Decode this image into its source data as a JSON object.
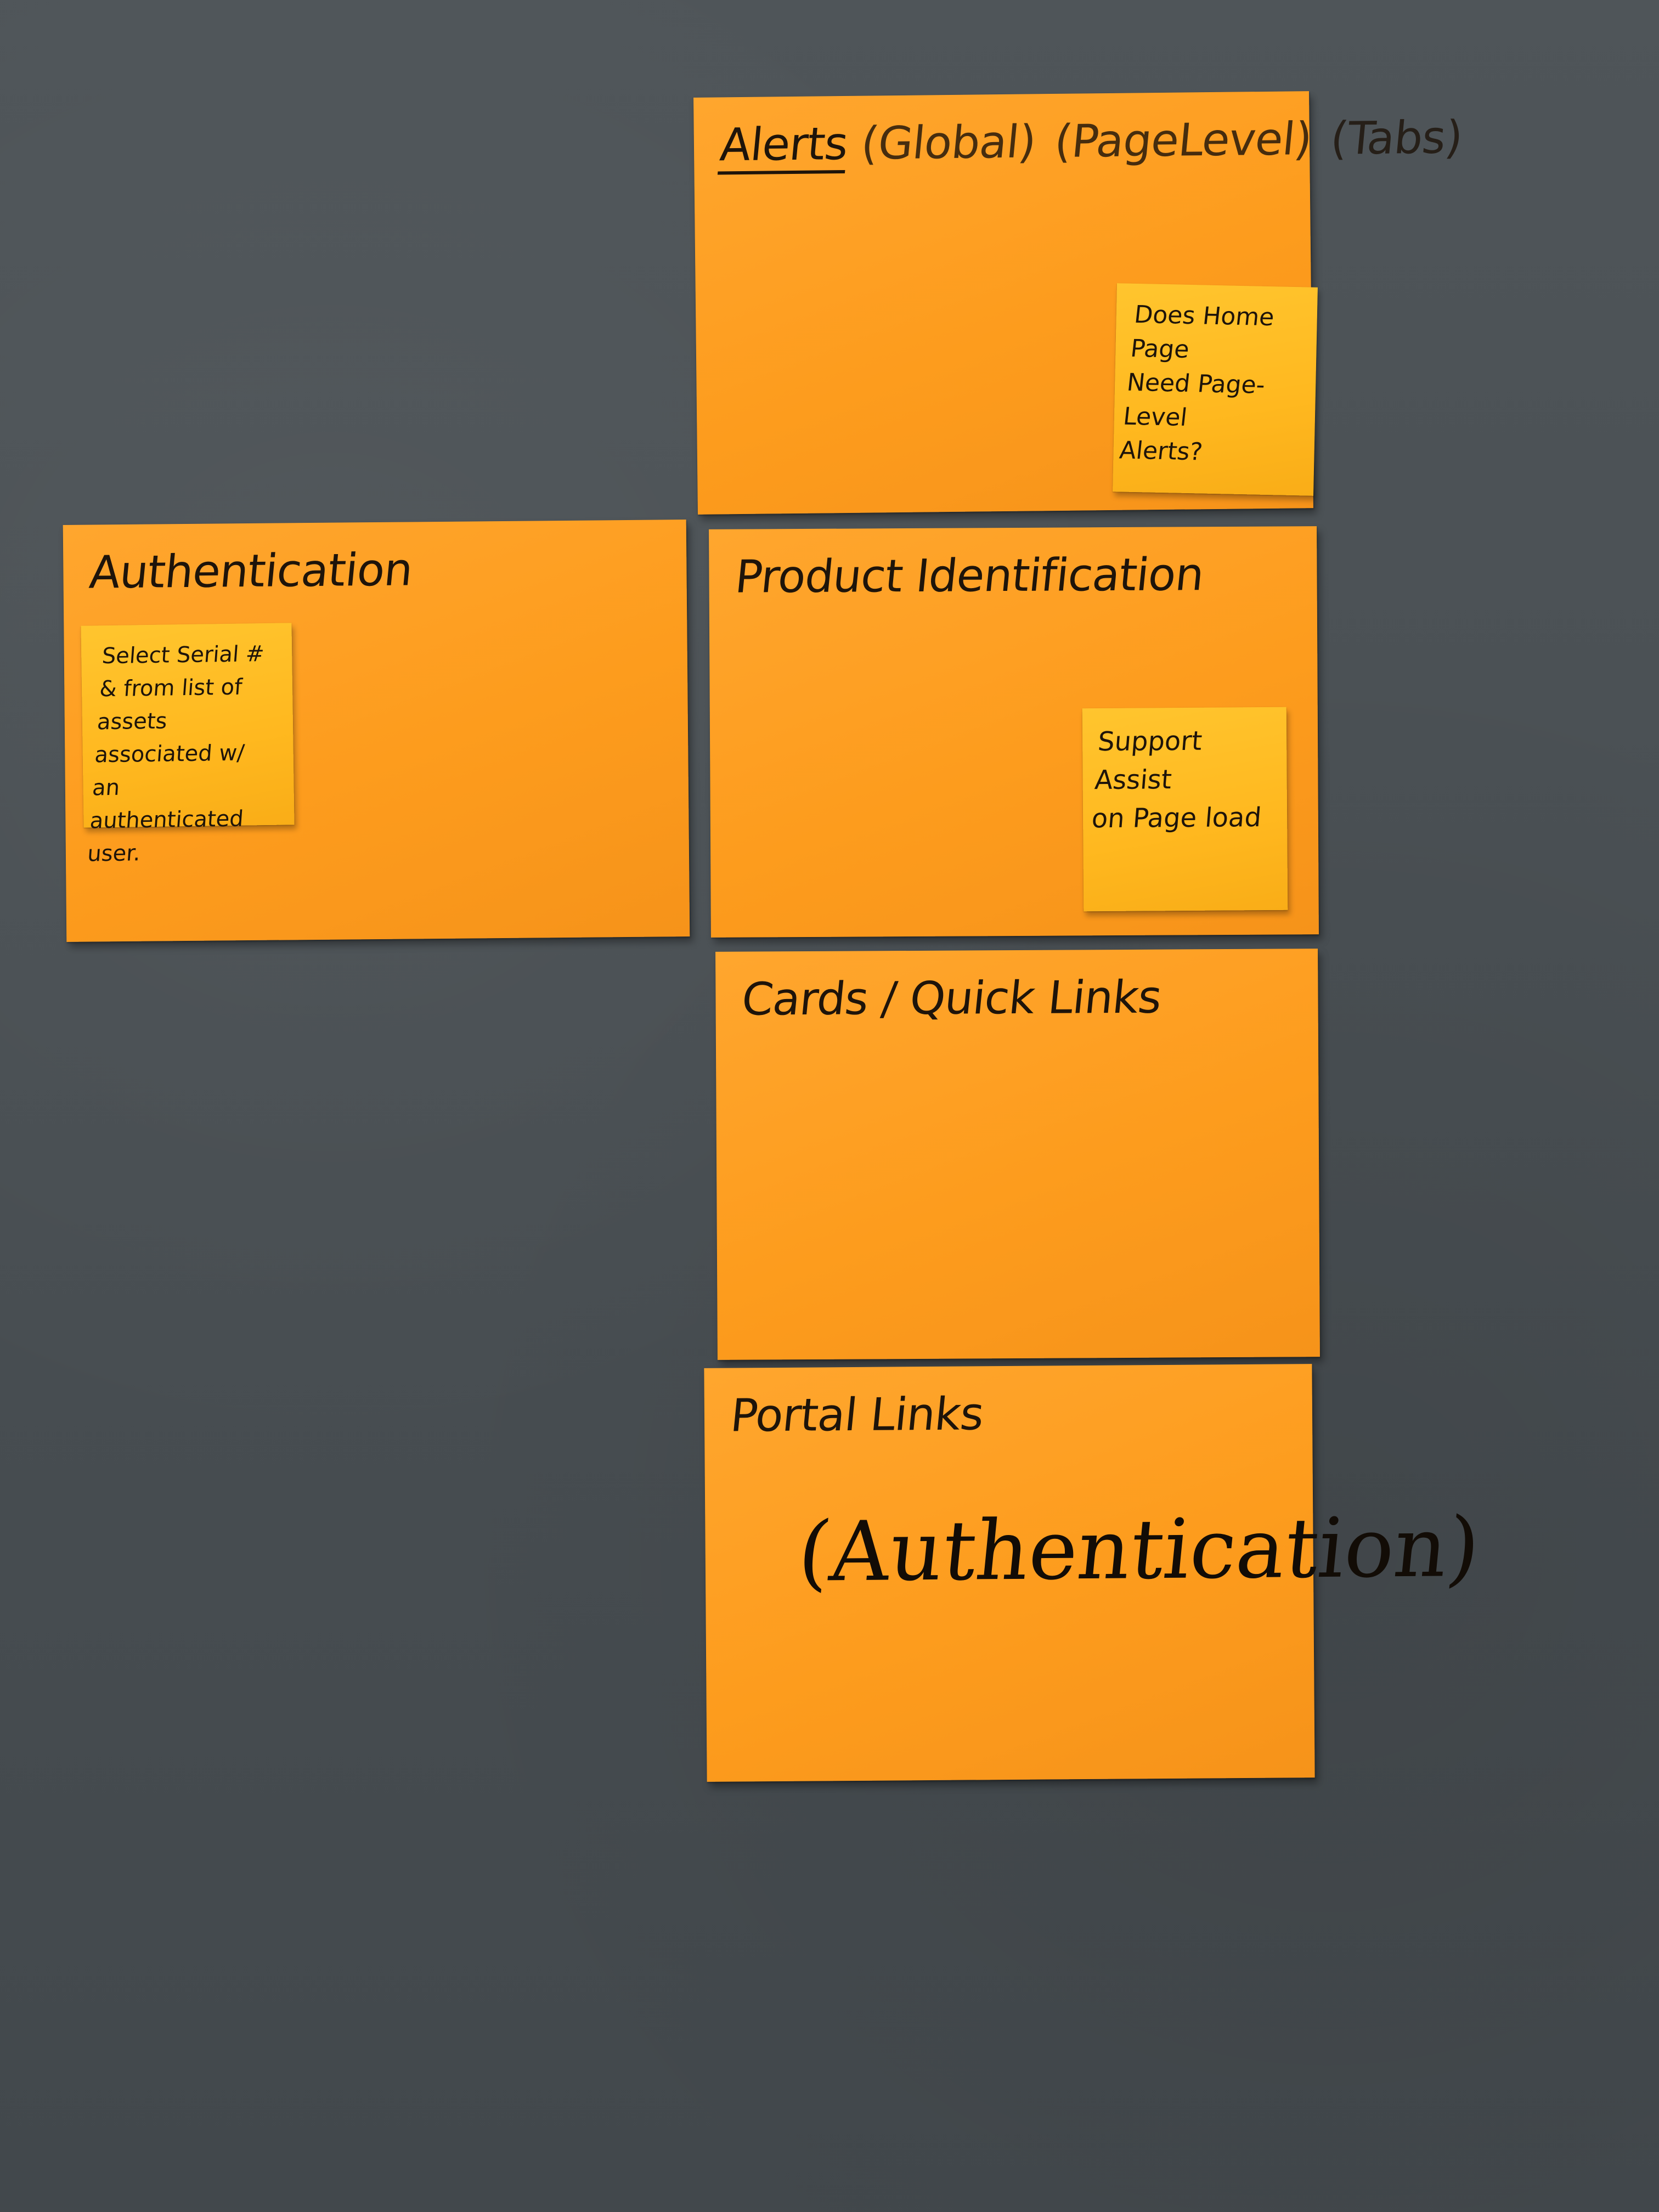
{
  "cards": {
    "alerts": {
      "title_main": "Alerts",
      "title_parts": [
        "(Global)",
        "(PageLevel)",
        "(Tabs)"
      ],
      "sticky": "Does Home Page\nNeed Page-Level\nAlerts?"
    },
    "authentication": {
      "title": "Authentication",
      "sticky": "Select Serial #\n& from list of\nassets associated w/\nan authenticated\nuser."
    },
    "product_identification": {
      "title": "Product Identification",
      "sticky": "Support Assist\non Page load"
    },
    "cards_quick_links": {
      "title": "Cards / Quick Links"
    },
    "portal_links": {
      "title": "Portal Links",
      "note": "(Authentication)"
    }
  },
  "colors": {
    "wall": "#4a5054",
    "card": "#fd9c1d",
    "sticky": "#ffb81f",
    "ink": "#1e140a"
  }
}
